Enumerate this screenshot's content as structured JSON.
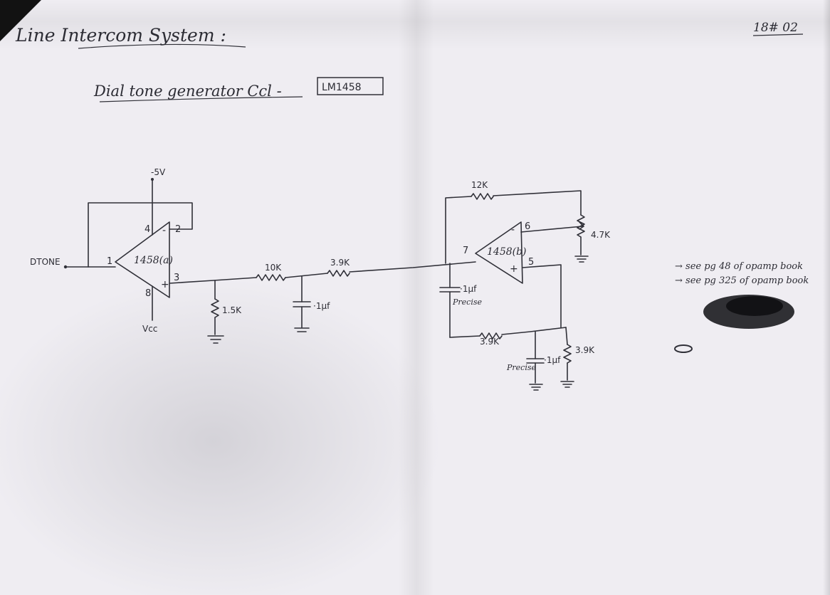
{
  "page": {
    "title": "Line Intercom System :",
    "page_ref": "18# 02",
    "subtitle": "Dial tone generator Ccl -",
    "chip": "LM1458"
  },
  "opamp_a": {
    "name": "1458(a)",
    "pin_inv": "4",
    "pin_2": "2",
    "pin_in": "1",
    "pin_out": "3",
    "pin_8": "8",
    "minus": "-",
    "plus": "+",
    "supply_top": "-5V",
    "supply_bottom": "Vcc",
    "input_label": "DTONE"
  },
  "opamp_b": {
    "name": "1458(b)",
    "pin_inv": "6",
    "pin_in": "7",
    "pin_5": "5",
    "minus": "-",
    "plus": "+"
  },
  "components": {
    "r_out_gnd": "1.5K",
    "r_series_1": "10K",
    "c_filter": "·1µf",
    "r_series_2": "3.9K",
    "r_feedback": "12K",
    "r_pot": "4.7K",
    "c_precise_1": "·1µf",
    "c_precise_1_note": "Precise",
    "r_bottom": "3.9K",
    "c_precise_2": "·1µf",
    "c_precise_2_note": "Precise",
    "r_right": "3.9K"
  },
  "notes": [
    "→ see pg 48 of opamp book",
    "→ see pg 325 of opamp book"
  ]
}
